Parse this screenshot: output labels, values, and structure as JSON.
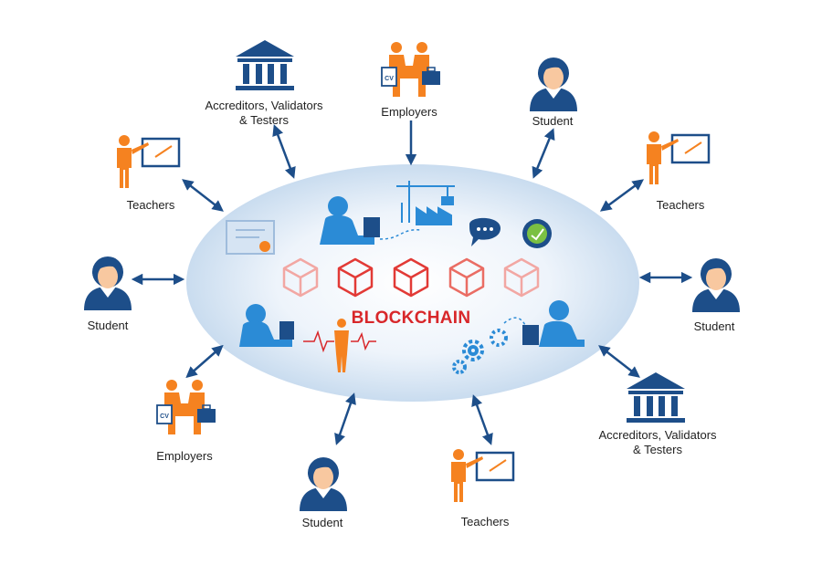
{
  "core": {
    "label": "BLOCKCHAIN",
    "block_count": 5
  },
  "nodes": {
    "accreditors_top": {
      "line1": "Accreditors, Validators",
      "line2": "& Testers",
      "icon": "institution-icon"
    },
    "employers_top": {
      "label": "Employers",
      "icon": "handshake-icon"
    },
    "student_top": {
      "label": "Student",
      "icon": "student-icon"
    },
    "teachers_left_top": {
      "label": "Teachers",
      "icon": "teacher-icon"
    },
    "teachers_right_top": {
      "label": "Teachers",
      "icon": "teacher-icon"
    },
    "student_left": {
      "label": "Student",
      "icon": "student-icon"
    },
    "student_right": {
      "label": "Student",
      "icon": "student-icon"
    },
    "employers_bottom": {
      "label": "Employers",
      "icon": "handshake-icon"
    },
    "student_bottom": {
      "label": "Student",
      "icon": "student-icon"
    },
    "teachers_bottom": {
      "label": "Teachers",
      "icon": "teacher-icon"
    },
    "accreditors_bottom": {
      "line1": "Accreditors, Validators",
      "line2": "& Testers",
      "icon": "institution-icon"
    }
  },
  "document_badge": "CV",
  "colors": {
    "navy": "#1d4e89",
    "orange": "#f58220",
    "red": "#d8272a",
    "ellipse": "#dbe8f5",
    "arrow": "#1d4e89"
  }
}
